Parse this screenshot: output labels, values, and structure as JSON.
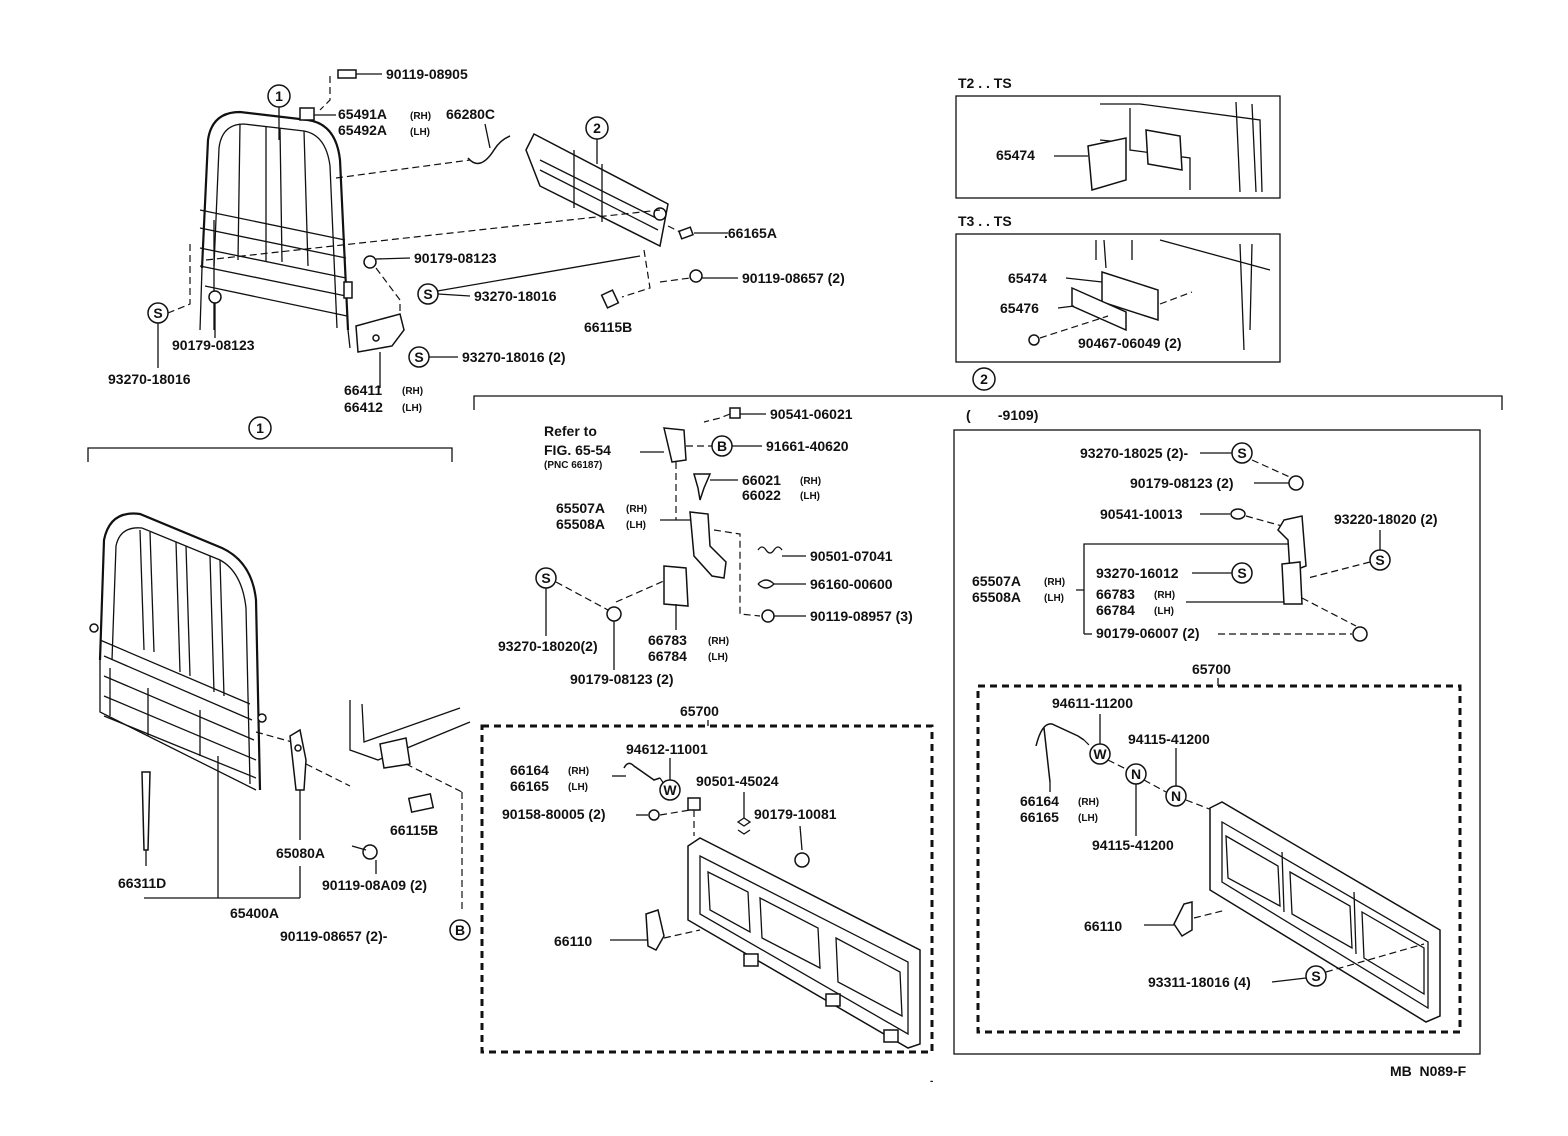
{
  "diagram_code": "MB  N089-F",
  "callout_numbers": [
    "1",
    "2"
  ],
  "symbols": {
    "s": "S",
    "b": "B",
    "w": "W",
    "n": "N"
  },
  "tags": {
    "rh": "(RH)",
    "lh": "(LH)"
  },
  "top_left": {
    "p90119_08905": "90119-08905",
    "p65491a": "65491A",
    "p65492a": "65492A",
    "p66280c": "66280C",
    "p66165a": ".66165A",
    "p90179_08123_a": "90179-08123",
    "p93270_18016_a": "93270-18016",
    "p90119_08657": "90119-08657 (2)",
    "p66115b": "66115B",
    "p90179_08123_b": "90179-08123",
    "p93270_18016_b": "93270-18016",
    "p93270_18016_c": "93270-18016 (2)",
    "p66411": "66411",
    "p66412": "66412"
  },
  "t2_box": {
    "title": "T2 . . TS",
    "p65474": "65474"
  },
  "t3_box": {
    "title": "T3 . . TS",
    "p65474": "65474",
    "p65476": "65476",
    "p90467": "90467-06049 (2)"
  },
  "section1": {
    "p66311d": "66311D",
    "p65080a": "65080A",
    "p65400a": "65400A",
    "p90119_08a09": "90119-08A09 (2)",
    "p66115b": "66115B",
    "p90119_08657": "90119-08657 (2)-"
  },
  "section2_left": {
    "refer_line1": "Refer to",
    "refer_line2": "FIG. 65-54",
    "refer_line3": "(PNC 66187)",
    "p90541_06021": "90541-06021",
    "p91661_40620": "91661-40620",
    "p66021": "66021",
    "p66022": "66022",
    "p65507a": "65507A",
    "p65508a": "65508A",
    "p90501_07041": "90501-07041",
    "p96160_00600": "96160-00600",
    "p90119_08957": "90119-08957 (3)",
    "p93270_18020": "93270-18020(2)",
    "p66783": "66783",
    "p66784": "66784",
    "p90179_08123": "90179-08123 (2)",
    "p65700": "65700",
    "p94612_11001": "94612-11001",
    "p66164": "66164",
    "p66165": "66165",
    "p90501_45024": "90501-45024",
    "p90158_80005": "90158-80005 (2)",
    "p90179_10081": "90179-10081",
    "p66110": "66110"
  },
  "section2_right": {
    "range": "(       -9109)",
    "p93270_18025": "93270-18025 (2)-",
    "p90179_08123": "90179-08123 (2)",
    "p90541_10013": "90541-10013",
    "p93220_18020": "93220-18020 (2)",
    "p65507a": "65507A",
    "p65508a": "65508A",
    "p93270_16012": "93270-16012",
    "p66783": "66783",
    "p66784": "66784",
    "p90179_06007": "90179-06007 (2)",
    "p65700": "65700",
    "p94611_11200": "94611-11200",
    "p94115_41200_a": "94115-41200",
    "p66164": "66164",
    "p66165": "66165",
    "p94115_41200_b": "94115-41200",
    "p66110": "66110",
    "p93311_18016": "93311-18016 (4)"
  }
}
